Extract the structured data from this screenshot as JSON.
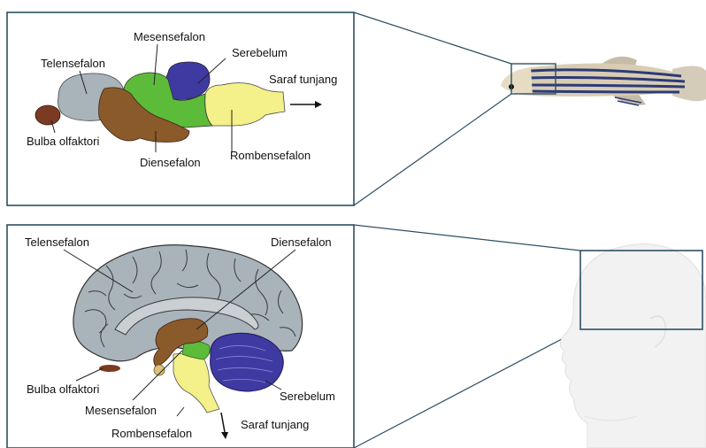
{
  "fish_panel": {
    "labels": {
      "telencephalon": "Telensefalon",
      "mesencephalon": "Mesensefalon",
      "cerebellum": "Serebelum",
      "spinal_cord": "Saraf tunjang",
      "olfactory_bulb": "Bulba olfaktori",
      "diencephalon": "Diensefalon",
      "rhombencephalon": "Rombensefalon"
    }
  },
  "human_panel": {
    "labels": {
      "telencephalon": "Telensefalon",
      "diencephalon": "Diensefalon",
      "olfactory_bulb": "Bulba olfaktori",
      "cerebellum": "Serebelum",
      "mesencephalon": "Mesensefalon",
      "spinal_cord": "Saraf tunjang",
      "rhombencephalon": "Rombensefalon"
    }
  },
  "colors": {
    "telencephalon": "#a9b3ba",
    "olfactory_bulb": "#7a3b22",
    "diencephalon": "#8b5a2b",
    "mesencephalon": "#5dbb3a",
    "cerebellum": "#3f3aa1",
    "rhombencephalon": "#f4f08a",
    "frame": "#2d4f63"
  }
}
